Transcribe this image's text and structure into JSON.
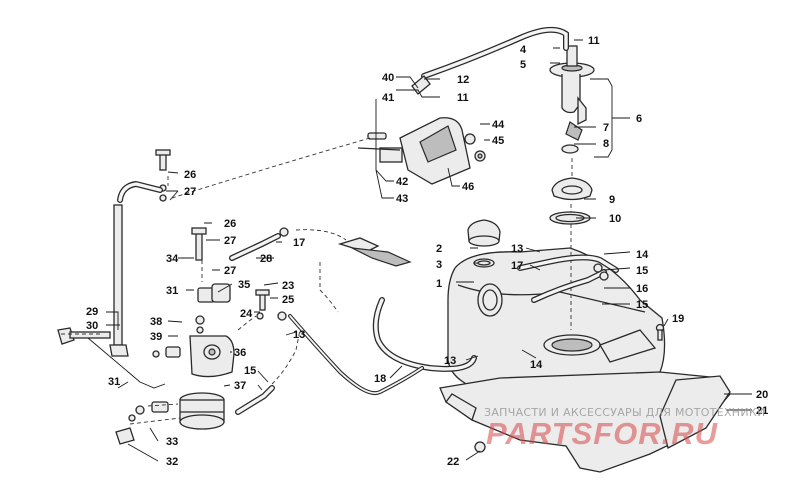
{
  "callouts": [
    "1",
    "2",
    "3",
    "4",
    "5",
    "6",
    "7",
    "8",
    "9",
    "10",
    "11",
    "12",
    "13",
    "14",
    "15",
    "16",
    "17",
    "18",
    "19",
    "20",
    "21",
    "22",
    "23",
    "24",
    "25",
    "26",
    "27",
    "28",
    "29",
    "30",
    "31",
    "32",
    "33",
    "34",
    "35",
    "36",
    "37",
    "38",
    "39",
    "40",
    "41",
    "42",
    "43",
    "44",
    "45",
    "46"
  ],
  "watermark": {
    "subtitle": "ЗАПЧАСТИ И АКСЕССУАРЫ ДЛЯ МОТОТЕХНИКИ",
    "logo": "PARTSFOR.RU"
  }
}
